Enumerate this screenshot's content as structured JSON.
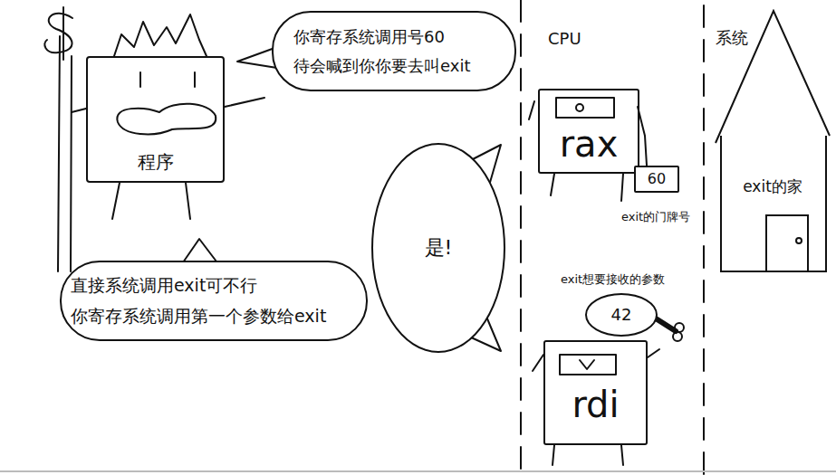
{
  "diagram": {
    "nodes": [
      {
        "text": [
          "程序"
        ]
      },
      {
        "text": [
          "你寄存系统调用号60 待会喊到你你要去叫exit"
        ]
      },
      {
        "text": [
          "直接系统调用exit可不行 你寄存系统调用第一个参数给exit"
        ]
      },
      {
        "text": [
          "是!"
        ]
      },
      {
        "text": [
          "rax"
        ]
      },
      {
        "text": [
          "60"
        ]
      },
      {
        "text": [
          "42"
        ]
      },
      {
        "text": [
          "rdi"
        ]
      },
      {
        "text": [
          "exit的家"
        ]
      }
    ],
    "labels": [
      "CPU",
      "系统",
      "exit的门牌号",
      "exit想要接收的参数"
    ]
  }
}
